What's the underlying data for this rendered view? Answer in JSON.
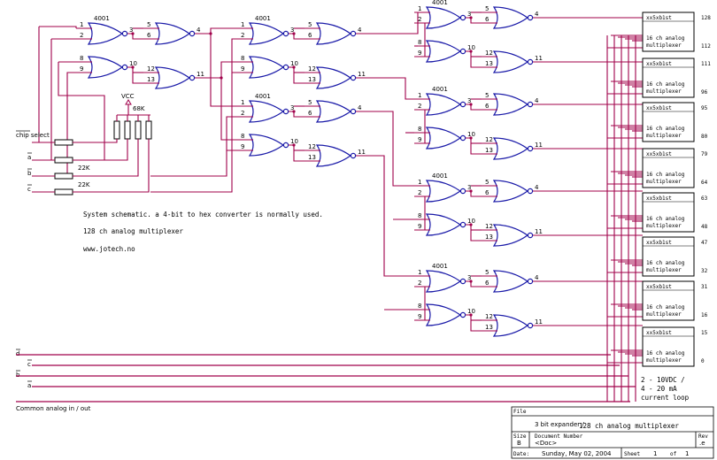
{
  "title_block": {
    "file_label": "File",
    "title_small": "3 bit expander /",
    "title": "128 ch analog multiplexer",
    "size_label": "Size",
    "size": "B",
    "docnum_label": "Document Number",
    "docnum": "<Doc>",
    "rev_label": "Rev",
    "rev": ".e",
    "date_label": "Date:",
    "date": "Sunday, May 02, 2004",
    "sheet_label": "Sheet",
    "sheet": "1",
    "of_label": "of",
    "sheets": "1"
  },
  "notes": {
    "line1": "System schematic. a 4-bit to hex converter is normally used.",
    "line2": "128 ch analog multiplexer",
    "line3": "www.jotech.no"
  },
  "inputs": {
    "chip_select": "chip select",
    "a_bar": "a",
    "b_bar": "b",
    "c_bar": "c",
    "res1": "22K",
    "res2": "22K",
    "res_pack": "68K",
    "vcc": "VCC"
  },
  "bottom_bus": [
    "d",
    "c",
    "b",
    "a"
  ],
  "common_label": "Common analog in / out",
  "output_note1": "2 - 10VDC /",
  "output_note2": "4 - 20 mA",
  "output_note3": "current loop",
  "gate_chip": "4001",
  "mux_top_label": "xx5xb1st",
  "mux_body1": "16 ch analog",
  "mux_body2": "multiplexer",
  "mux_ranges": [
    [
      "128",
      "112"
    ],
    [
      "111",
      "96"
    ],
    [
      "95",
      "80"
    ],
    [
      "79",
      "64"
    ],
    [
      "63",
      "48"
    ],
    [
      "47",
      "32"
    ],
    [
      "31",
      "16"
    ],
    [
      "15",
      "0"
    ]
  ]
}
